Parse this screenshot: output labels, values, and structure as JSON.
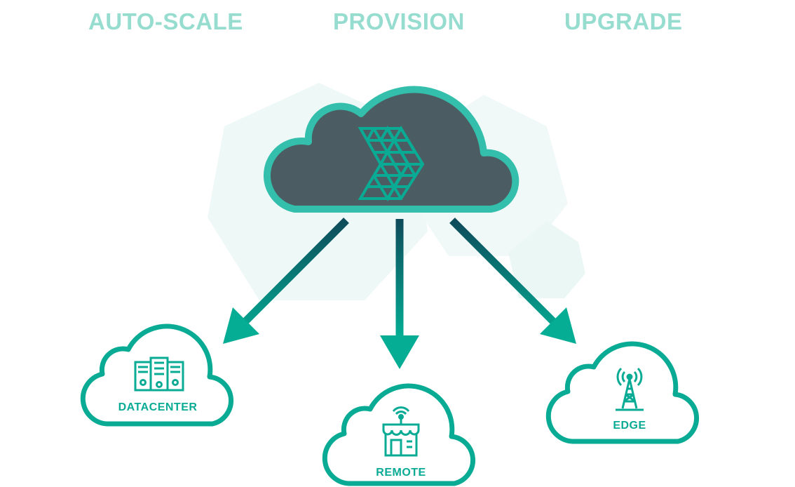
{
  "headers": [
    "AUTO-SCALE",
    "PROVISION",
    "UPGRADE"
  ],
  "targets": {
    "datacenter": {
      "label": "DATACENTER",
      "icon": "server-rack-icon"
    },
    "remote": {
      "label": "REMOTE",
      "icon": "storefront-icon"
    },
    "edge": {
      "label": "EDGE",
      "icon": "cell-tower-icon"
    }
  },
  "colors": {
    "accent": "#0aab94",
    "cloud_fill": "#4b5d63",
    "cloud_stroke": "#33bfac",
    "header": "#96ddd0",
    "arrow_dark": "#0e4a5a"
  }
}
